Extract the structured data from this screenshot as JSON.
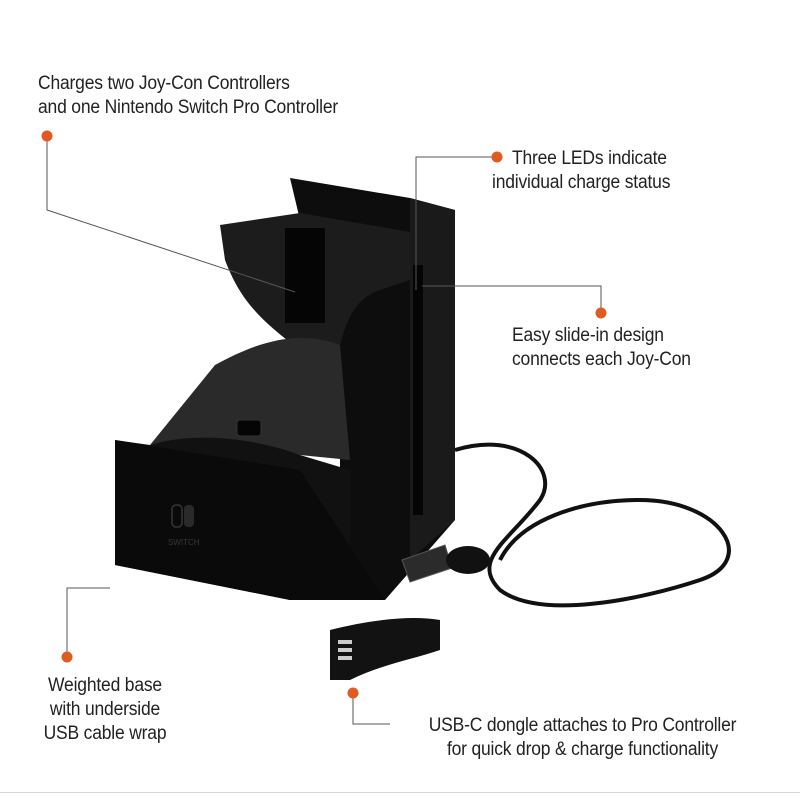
{
  "callouts": [
    {
      "lines": [
        "Charges two Joy-Con Controllers",
        "and one Nintendo Switch Pro Controller"
      ]
    },
    {
      "lines": [
        "Three LEDs indicate",
        "individual charge status"
      ]
    },
    {
      "lines": [
        "Easy slide-in design",
        "connects each Joy-Con"
      ]
    },
    {
      "lines": [
        "Weighted base",
        "with underside",
        "USB cable wrap"
      ]
    },
    {
      "lines": [
        "USB-C dongle attaches to Pro Controller",
        "for quick drop & charge functionality"
      ]
    }
  ],
  "product": {
    "logo_text": "SWITCH"
  },
  "colors": {
    "accent": "#e05a22",
    "leader": "#555555",
    "product": "#141414"
  }
}
